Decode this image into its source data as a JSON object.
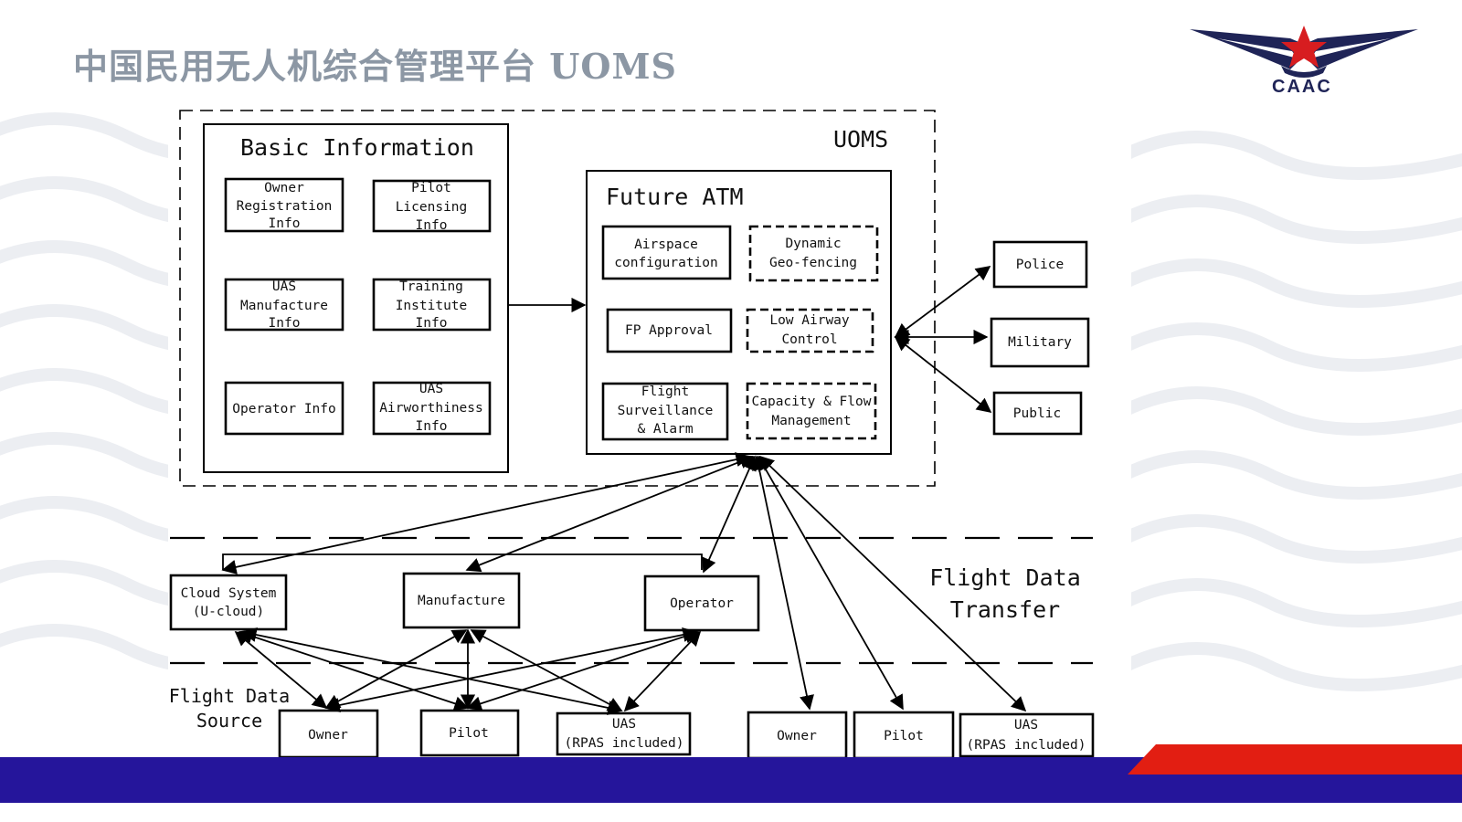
{
  "slide": {
    "title": "中国民用无人机综合管理平台   UOMS",
    "logo_text": "CAAC",
    "colors": {
      "footer_blue": "#25159b",
      "footer_red": "#e21e12",
      "logo_navy": "#1f2457",
      "logo_red": "#d71d20",
      "title_gray": "#8c97a4"
    }
  },
  "diagram": {
    "uoms_label": "UOMS",
    "basic_info": {
      "title": "Basic Information",
      "items": [
        [
          "Owner",
          "Registration",
          "Info"
        ],
        [
          "Pilot",
          "Licensing",
          "Info"
        ],
        [
          "UAS",
          "Manufacture",
          "Info"
        ],
        [
          "Training",
          "Institute",
          "Info"
        ],
        [
          "Operator Info"
        ],
        [
          "UAS",
          "Airworthiness",
          "Info"
        ]
      ]
    },
    "future_atm": {
      "title": "Future ATM",
      "items": [
        [
          "Airspace",
          "configuration"
        ],
        [
          "Dynamic",
          "Geo-fencing"
        ],
        [
          "FP Approval"
        ],
        [
          "Low Airway",
          "Control"
        ],
        [
          "Flight",
          "Surveillance",
          "& Alarm"
        ],
        [
          "Capacity & Flow",
          "Management"
        ]
      ]
    },
    "external": [
      "Police",
      "Military",
      "Public"
    ],
    "transfer_label": [
      "Flight Data",
      "Transfer"
    ],
    "transfer": [
      [
        "Cloud System",
        "(U-cloud)"
      ],
      [
        "Manufacture"
      ],
      [
        "Operator"
      ]
    ],
    "source_label": [
      "Flight Data",
      "Source"
    ],
    "sources": [
      [
        "Owner"
      ],
      [
        "Pilot"
      ],
      [
        "UAS",
        "(RPAS included)"
      ],
      [
        "Owner"
      ],
      [
        "Pilot"
      ],
      [
        "UAS",
        "(RPAS included)"
      ]
    ]
  }
}
